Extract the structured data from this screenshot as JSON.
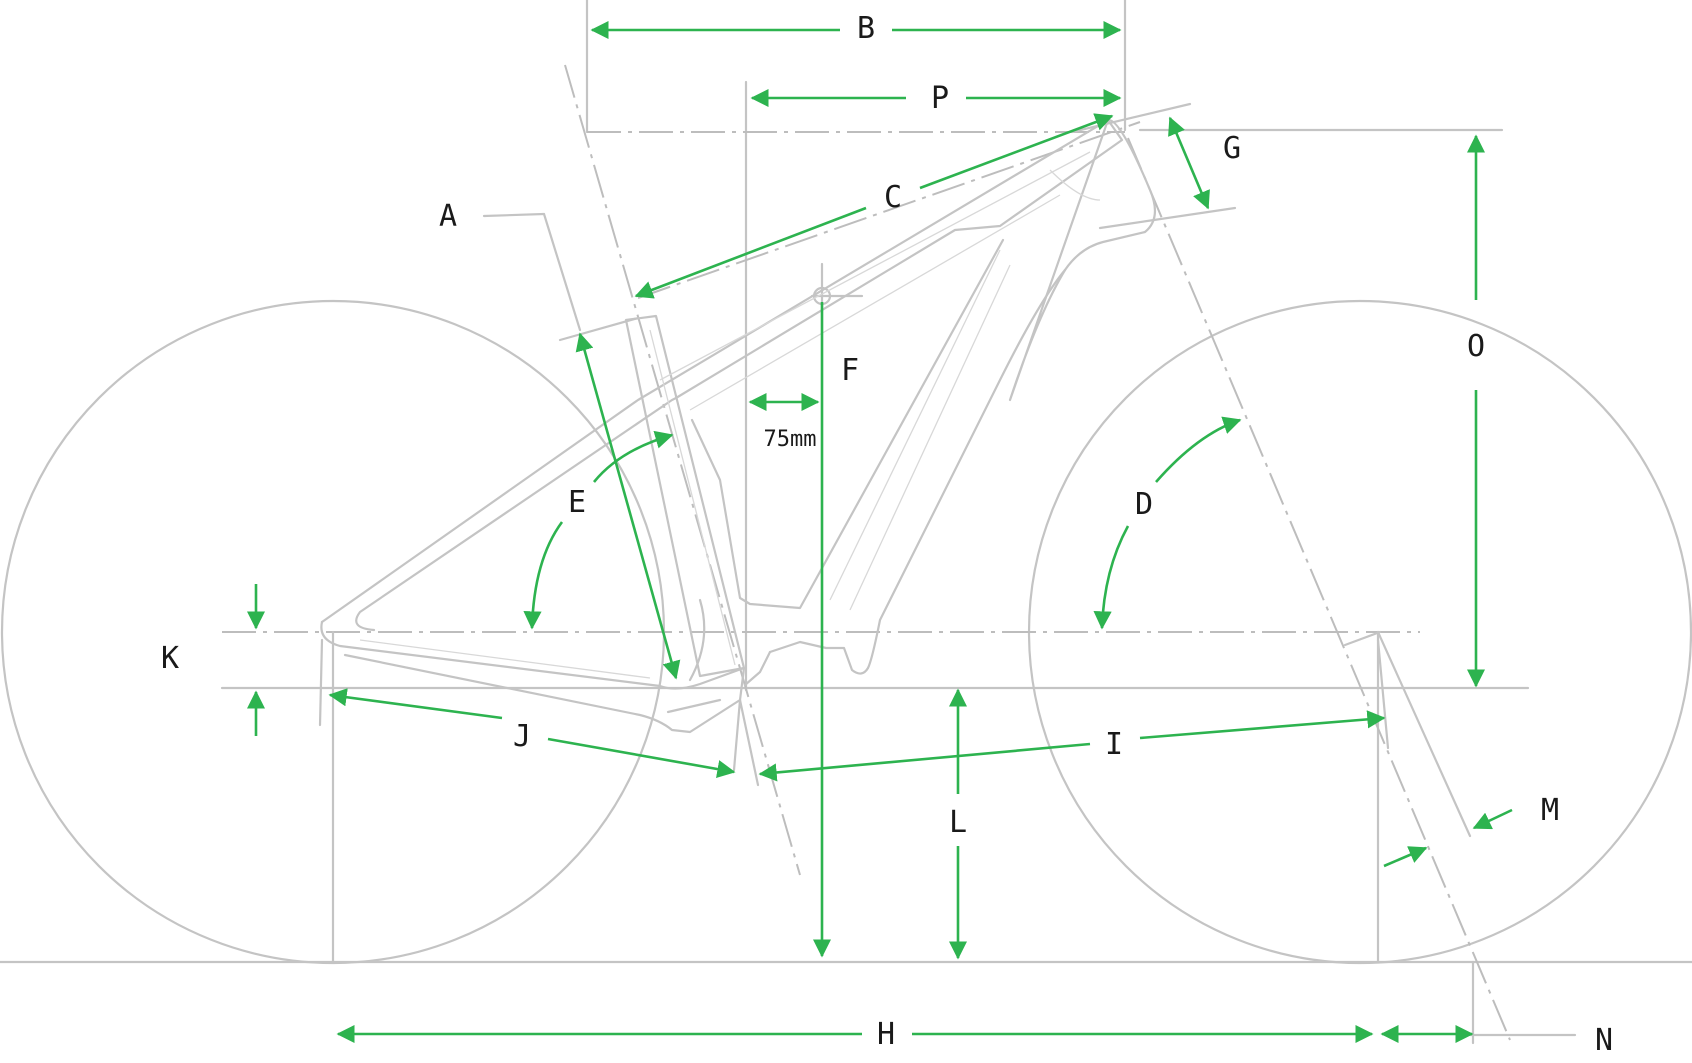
{
  "labels": {
    "A": "A",
    "B": "B",
    "C": "C",
    "D": "D",
    "E": "E",
    "F": "F",
    "G": "G",
    "H": "H",
    "I": "I",
    "J": "J",
    "K": "K",
    "L": "L",
    "M": "M",
    "N": "N",
    "O": "O",
    "P": "P"
  },
  "annotation_offset": "75mm",
  "colors": {
    "frame": "#c4c4c4",
    "dimension": "#2db34f",
    "text": "#1a1a1a"
  }
}
